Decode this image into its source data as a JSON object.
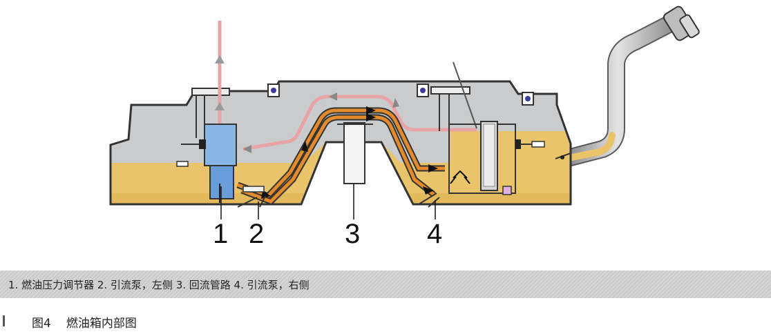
{
  "labels": {
    "n1": "1",
    "n2": "2",
    "n3": "3",
    "n4": "4"
  },
  "legend": "1. 燃油压力调节器 2. 引流泵，左侧 3. 回流管路 4. 引流泵，右侧",
  "caption": {
    "figure": "图4",
    "title": "燃油箱内部图"
  },
  "colors": {
    "fuel": "#e9c46a",
    "tank_body": "#c9cbcc",
    "return_line": "#e8a4a4",
    "supply_line": "#e38b2c",
    "regulator": "#8ab6e6"
  }
}
